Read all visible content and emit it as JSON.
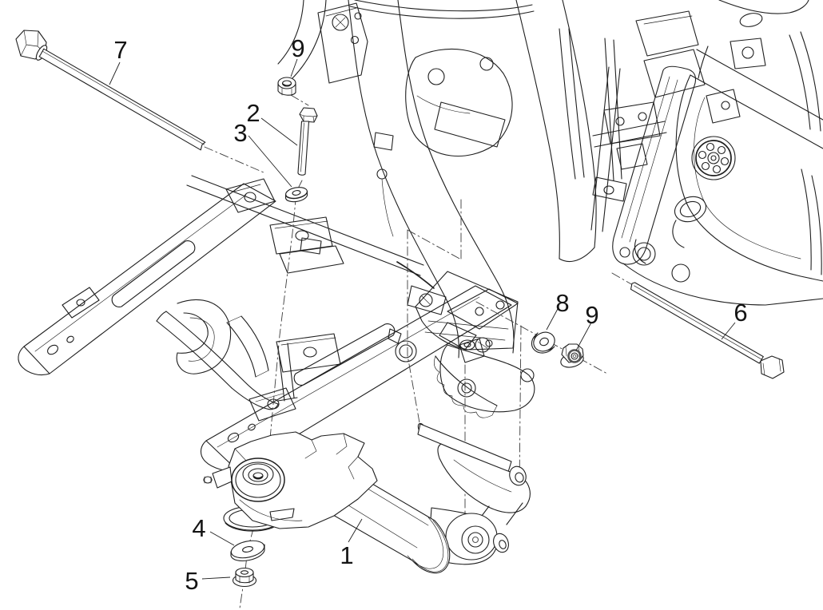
{
  "diagram": {
    "type": "exploded-parts-diagram",
    "background_color": "#ffffff",
    "line_color": "#1f1f1f",
    "callouts": {
      "c1": {
        "label": "1",
        "part": "swinging-arm-assembly"
      },
      "c2": {
        "label": "2",
        "part": "hex-bolt-vertical"
      },
      "c3": {
        "label": "3",
        "part": "washer-upper"
      },
      "c4": {
        "label": "4",
        "part": "washer-lower"
      },
      "c5": {
        "label": "5",
        "part": "flange-nut-lower"
      },
      "c6": {
        "label": "6",
        "part": "long-hex-bolt-right"
      },
      "c7": {
        "label": "7",
        "part": "long-hex-bolt-left"
      },
      "c8": {
        "label": "8",
        "part": "washer-middle"
      },
      "c9a": {
        "label": "9",
        "part": "hex-nut-upper"
      },
      "c9b": {
        "label": "9",
        "part": "flange-lock-nut-middle"
      }
    }
  }
}
